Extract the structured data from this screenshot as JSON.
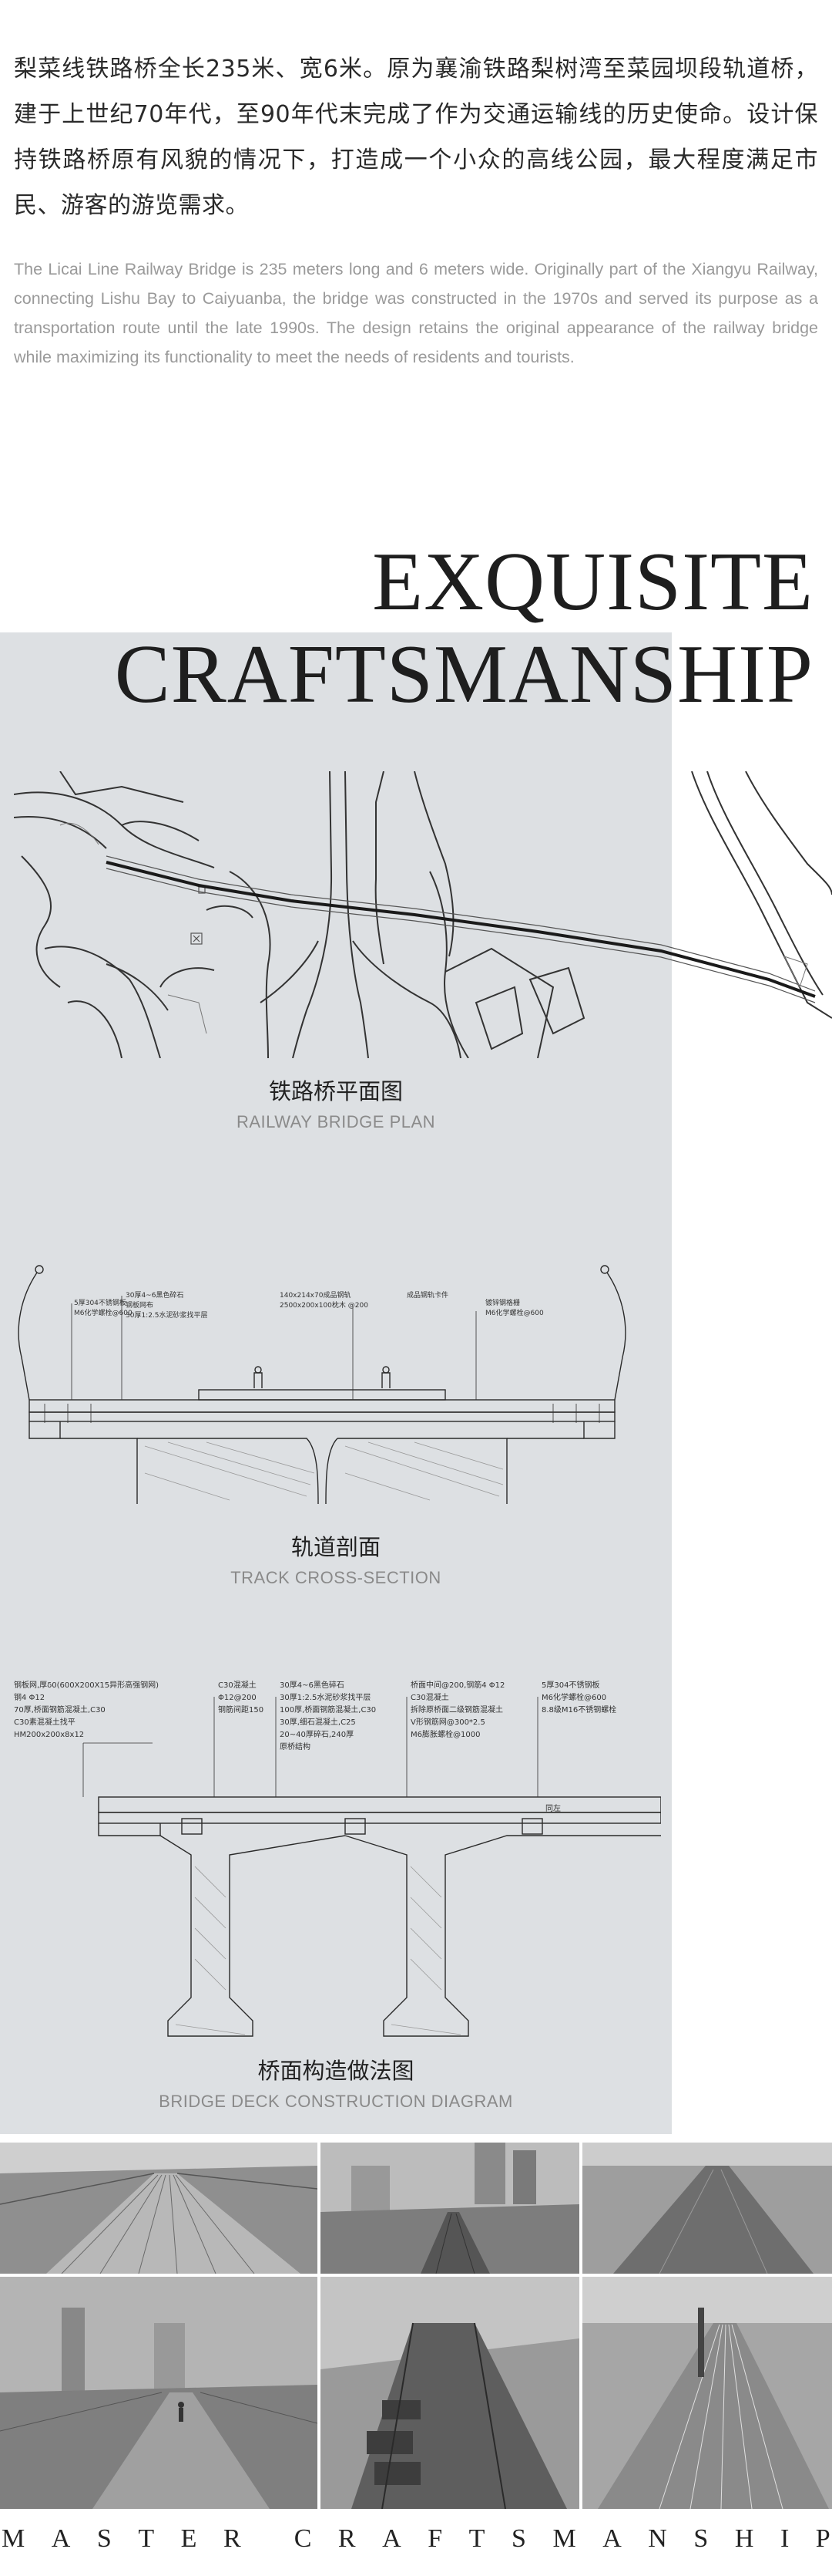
{
  "intro": {
    "zh": "梨菜线铁路桥全长235米、宽6米。原为襄渝铁路梨树湾至菜园坝段轨道桥，建于上世纪70年代，至90年代末完成了作为交通运输线的历史使命。设计保持铁路桥原有风貌的情况下，打造成一个小众的高线公园，最大程度满足市民、游客的游览需求。",
    "en": "The Licai Line Railway Bridge is 235 meters long and 6 meters wide. Originally part of the Xiangyu Railway, connecting Lishu Bay to Caiyuanba, the bridge was constructed in the 1970s and served its purpose as a transportation route until the late 1990s. The design retains the original appearance of the railway bridge while maximizing its functionality to meet the needs of residents and tourists."
  },
  "title": {
    "line1": "EXQUISITE",
    "line2": "CRAFTSMANSHIP"
  },
  "drawings": {
    "plan": {
      "zh": "铁路桥平面图",
      "en": "RAILWAY BRIDGE PLAN"
    },
    "section": {
      "zh": "轨道剖面",
      "en": "TRACK CROSS-SECTION",
      "notes": {
        "n1": "5厚304不锈钢板",
        "n2": "M6化学螺栓@600",
        "n3": "30厚4~6黑色碎石",
        "n4": "钢板网布",
        "n5": "30厚1:2.5水泥砂浆找平层",
        "n6": "140x214x70成品钢轨",
        "n7": "2500x200x100枕木 @200",
        "n8": "成品钢轨卡件",
        "n9": "镀锌钢格栅",
        "n10": "M6化学螺栓@600"
      }
    },
    "deck": {
      "zh": "桥面构造做法图",
      "en": "BRIDGE DECK CONSTRUCTION DIAGRAM",
      "notes": {
        "a1": "钢板网,厚δ0(600X200X15异形高强钢网)",
        "a2": "钢4 Φ12",
        "a3": "70厚,桥面钢筋混凝土,C30",
        "a4": "C30素混凝土找平",
        "a5": "HM200x200x8x12",
        "b1": "C30混凝土",
        "b2": "Φ12@200",
        "b3": "钢筋间距150",
        "c1": "30厚4~6黑色碎石",
        "c2": "30厚1:2.5水泥砂浆找平层",
        "c3": "100厚,桥面钢筋混凝土,C30",
        "c4": "30厚,细石混凝土,C25",
        "c5": "20~40厚碎石,240厚",
        "c6": "原桥结构",
        "d1": "桥面中间@200,钢筋4 Φ12",
        "d2": "C30混凝土",
        "d3": "拆除原桥面二级钢筋混凝土",
        "d4": "V形钢筋网@300*2.5",
        "d5": "M6膨胀螺栓@1000",
        "e1": "5厚304不锈钢板",
        "e2": "M6化学螺栓@600",
        "e3": "8.8级M16不锈钢螺栓",
        "f1": "同左"
      }
    }
  },
  "footer": {
    "letters": [
      "M",
      "A",
      "S",
      "T",
      "E",
      "R",
      "",
      "C",
      "R",
      "A",
      "F",
      "T",
      "S",
      "M",
      "A",
      "N",
      "S",
      "H",
      "I",
      "P"
    ]
  },
  "colors": {
    "panel": "#dde0e3",
    "line": "#2a2a2a",
    "caption_en": "#8a8a8a",
    "intro_en": "#9a9a9a"
  }
}
